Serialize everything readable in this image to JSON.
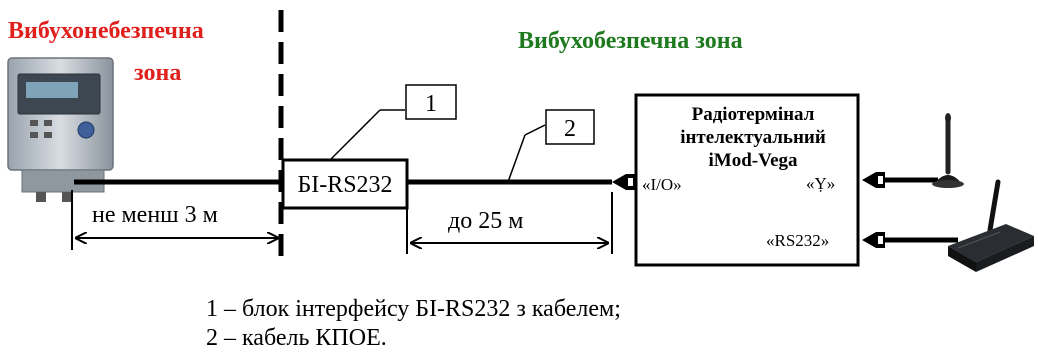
{
  "zones": {
    "hazard_line1": "Вибухонебезпечна",
    "hazard_line2": "зона",
    "safe": "Вибухобезпечна зона"
  },
  "interface_block": {
    "label": "БІ-RS232"
  },
  "callouts": {
    "one": "1",
    "two": "2"
  },
  "distances": {
    "min": "не менш 3 м",
    "max": "до 25 м"
  },
  "terminal": {
    "line1": "Радіотермінал",
    "line2": "інтелектуальний",
    "line3": "iMod-Vega",
    "port_io": "«I/O»",
    "port_antenna": "«Ỵ»",
    "port_rs232": "«RS232»"
  },
  "legend": {
    "item1": "1 – блок інтерфейсу БІ-RS232 з кабелем;",
    "item2": "2 – кабель КПОЕ."
  },
  "colors": {
    "hazard": "#e0201c",
    "safe": "#1f7a1f"
  }
}
